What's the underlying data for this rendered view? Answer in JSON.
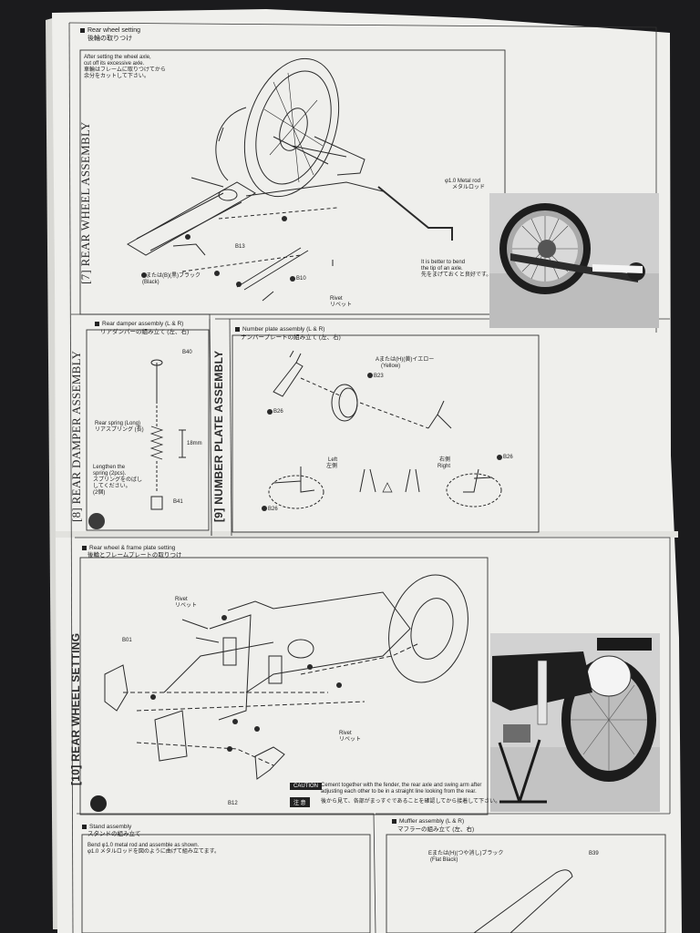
{
  "sections": {
    "rear_wheel_assembly": {
      "side_title": "[7] REAR WHEEL ASSEMBLY",
      "subhead_en": "Rear wheel setting",
      "subhead_jp": "後輪の取りつけ",
      "note_lines": [
        "After setting the wheel axle,",
        "cut off its excessive axle.",
        "車輪はフレームに取りつけてから",
        "余分をカットして下さい。"
      ],
      "part_b13": "B13",
      "metal_rod_en": "φ1.0 Metal rod",
      "metal_rod_jp": "メタルロッド",
      "bend_tip_lines": [
        "It is better to bend",
        "the tip of an axle.",
        "先をまげておくと良好です。"
      ],
      "part_b10": "B10",
      "rivet_en": "Rivet",
      "rivet_jp": "リベット",
      "paint_line1": "Bまたは(B)(黒)ブラック",
      "paint_line2": "(Black)"
    },
    "rear_damper_assembly": {
      "side_title": "[8] REAR DAMPER ASSEMBLY",
      "subhead_en": "Rear damper assembly (L & R)",
      "subhead_jp": "リアダンパーの組み立て (左、右)",
      "part_top": "B40",
      "spring_lines": [
        "Rear spring (Long)",
        "リアスプリング (長)"
      ],
      "dim": "18mm",
      "lengthen_lines": [
        "Lengthen the",
        "spring (2pcs).",
        "スプリングをのばし",
        "してください。",
        "(2個)"
      ],
      "part_bottom": "B41"
    },
    "number_plate_assembly": {
      "side_title": "[9] NUMBER PLATE ASSEMBLY",
      "subhead_en": "Number plate assembly (L & R)",
      "subhead_jp": "ナンバープレートの組み立て (左、右)",
      "paint_lines": [
        "Aまたは(H)(黄)イエロー",
        "(Yellow)"
      ],
      "part_b23": "B23",
      "part_b26": "B26",
      "left_en": "Left",
      "left_jp": "左側",
      "right_jp": "右側",
      "right_en": "Right"
    },
    "rear_wheel_setting": {
      "side_title": "[10] REAR WHEEL SETTING",
      "subhead_en": "Rear wheel & frame plate setting",
      "subhead_jp": "後輪とフレームプレートの取りつけ",
      "rivet_en": "Rivet",
      "rivet_jp": "リベット",
      "part_b01": "B01",
      "part_b12": "B12",
      "caution_label": "CAUTION",
      "caution_text_1": "Cement together with the fender, the rear axle and swing arm after",
      "caution_text_2": "adjusting each other to be in a straight line looking from the rear.",
      "note_label": "注 意",
      "note_text": "後から見て、各部がまっすぐであることを確認してから接着して下さい。"
    },
    "stand_assembly": {
      "subhead_en": "Stand assembly",
      "subhead_jp": "スタンドの組み立て",
      "text_lines": [
        "Bend φ1.0 metal rod and assemble as shown.",
        "φ1.0 メタルロッドを図のように曲げて組み立てます。"
      ]
    },
    "muffler_assembly": {
      "subhead_en": "Muffler assembly (L & R)",
      "subhead_jp": "マフラーの組み立て (左、右)",
      "paint_lines": [
        "Eまたは(H)(つや消し)ブラック",
        "(Flat Black)"
      ],
      "part": "B39"
    }
  },
  "colors": {
    "paper": "#efefec",
    "ink": "#2a2a2a",
    "background": "#1b1b1d"
  }
}
